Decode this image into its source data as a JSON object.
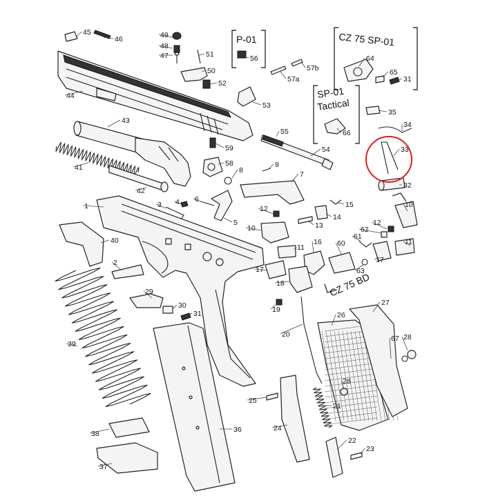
{
  "diagram": {
    "boxes": [
      {
        "id": "p01",
        "title": "P-01"
      },
      {
        "id": "sp01",
        "title": "CZ 75 SP-01"
      },
      {
        "id": "sp01t",
        "title_line1": "SP-01",
        "title_line2": "Tactical"
      },
      {
        "id": "bd",
        "title": "CZ 75 BD"
      }
    ],
    "highlight": {
      "color": "#e0191f",
      "part": "33"
    },
    "numbers": [
      "1",
      "2",
      "3",
      "4",
      "5",
      "6",
      "7",
      "8",
      "9",
      "10",
      "11",
      "12",
      "13",
      "14",
      "15",
      "16",
      "17",
      "18",
      "19",
      "20",
      "21",
      "22",
      "23",
      "24",
      "25",
      "26",
      "27",
      "28",
      "29",
      "30",
      "31",
      "32",
      "33",
      "34",
      "35",
      "36",
      "37",
      "38",
      "39",
      "40",
      "41",
      "42",
      "43",
      "44",
      "45",
      "46",
      "47",
      "48",
      "49",
      "50",
      "51",
      "52",
      "53",
      "54",
      "55",
      "56",
      "57a",
      "57b",
      "58",
      "59",
      "60",
      "61",
      "62",
      "63",
      "64",
      "65",
      "66",
      "67"
    ]
  }
}
